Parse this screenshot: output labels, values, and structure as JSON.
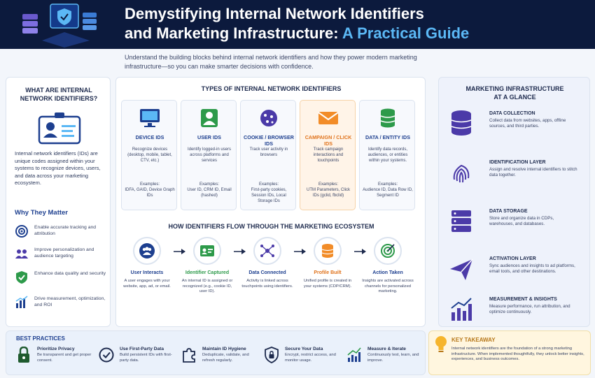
{
  "header": {
    "title_line1": "Demystifying Internal Network Identifiers",
    "title_line2_main": "and Marketing Infrastructure:",
    "title_line2_accent": " A Practical Guide",
    "intro": "Understand the building blocks behind internal network identifiers and how they power modern marketing infrastructure—so you can make smarter decisions with confidence."
  },
  "left": {
    "heading": "What are Internal Network Identifiers?",
    "description": "Internal network identifiers (IDs) are unique codes assigned within your systems to recognize devices, users, and data across your marketing ecosystem.",
    "why_title": "Why They Matter",
    "why_items": [
      {
        "text": "Enable accurate tracking and attribution",
        "icon": "target-icon"
      },
      {
        "text": "Improve personalization and audience targeting",
        "icon": "people-icon"
      },
      {
        "text": "Enhance data quality and security",
        "icon": "shield-check-icon"
      },
      {
        "text": "Drive measurement, optimization, and ROI",
        "icon": "bar-chart-icon"
      }
    ]
  },
  "types": {
    "heading": "Types of Internal Network Identifiers",
    "items": [
      {
        "name": "Device IDs",
        "desc": "Recognize devices (desktop, mobile, tablet, CTV, etc.)",
        "examples_label": "Examples:",
        "examples": "IDFA, GAID, Device Graph IDs"
      },
      {
        "name": "User IDs",
        "desc": "Identify logged-in users across platforms and services",
        "examples_label": "Examples:",
        "examples": "User ID, CRM ID, Email (hashed)"
      },
      {
        "name": "Cookie / Browser IDs",
        "desc": "Track user activity in browsers",
        "examples_label": "Examples:",
        "examples": "First-party cookies, Session IDs, Local Storage IDs"
      },
      {
        "name": "Campaign / Click IDs",
        "desc": "Track campaign interactions and touchpoints",
        "examples_label": "Examples:",
        "examples": "UTM Parameters, Click IDs (gclid, fbclid)"
      },
      {
        "name": "Data / Entity IDs",
        "desc": "Identify data records, audiences, or entities within your systems.",
        "examples_label": "Examples:",
        "examples": "Audience ID, Data Row ID, Segment ID"
      }
    ]
  },
  "flow": {
    "heading": "How Identifiers Flow Through the Marketing Ecosystem",
    "steps": [
      {
        "name": "User Interacts",
        "desc": "A user engages with your website, app, ad, or email."
      },
      {
        "name": "Identifier Captured",
        "desc": "An internal ID is assigned or recognized (e.g., cookie ID, user ID)."
      },
      {
        "name": "Data Connected",
        "desc": "Activity is linked across touchpoints using identifiers."
      },
      {
        "name": "Profile Built",
        "desc": "Unified profile is created in your systems (CDP/CRM)."
      },
      {
        "name": "Action Taken",
        "desc": "Insights are activated across channels for personalized marketing."
      }
    ]
  },
  "infra": {
    "heading_line1": "Marketing Infrastructure",
    "heading_line2": "at a Glance",
    "items": [
      {
        "name": "Data Collection",
        "desc": "Collect data from websites, apps, offline sources, and third parties."
      },
      {
        "name": "Identification Layer",
        "desc": "Assign and resolve internal identifiers to stitch data together."
      },
      {
        "name": "Data Storage",
        "desc": "Store and organize data in CDPs, warehouses, and databases."
      },
      {
        "name": "Activation Layer",
        "desc": "Sync audiences and insights to ad platforms, email tools, and other destinations."
      },
      {
        "name": "Measurement & Insights",
        "desc": "Measure performance, run attribution, and optimize continuously."
      }
    ]
  },
  "best_practices": {
    "heading": "Best Practices",
    "items": [
      {
        "name": "Prioritize Privacy",
        "desc": "Be transparent and get proper consent."
      },
      {
        "name": "Use First-Party Data",
        "desc": "Build persistent IDs with first-party data."
      },
      {
        "name": "Maintain ID Hygiene",
        "desc": "Deduplicate, validate, and refresh regularly."
      },
      {
        "name": "Secure Your Data",
        "desc": "Encrypt, restrict access, and monitor usage."
      },
      {
        "name": "Measure & Iterate",
        "desc": "Continuously test, learn, and improve."
      }
    ]
  },
  "takeaway": {
    "heading": "Key Takeaway",
    "text": "Internal network identifiers are the foundation of a strong marketing infrastructure. When implemented thoughtfully, they unlock better insights, experiences, and business outcomes."
  },
  "colors": {
    "navy": "#0c1a3d",
    "accent_blue": "#5bb8f5",
    "heading_blue": "#1d3f8f",
    "green": "#2d9a4a",
    "orange": "#e0731c",
    "purple": "#4b3aa8"
  }
}
